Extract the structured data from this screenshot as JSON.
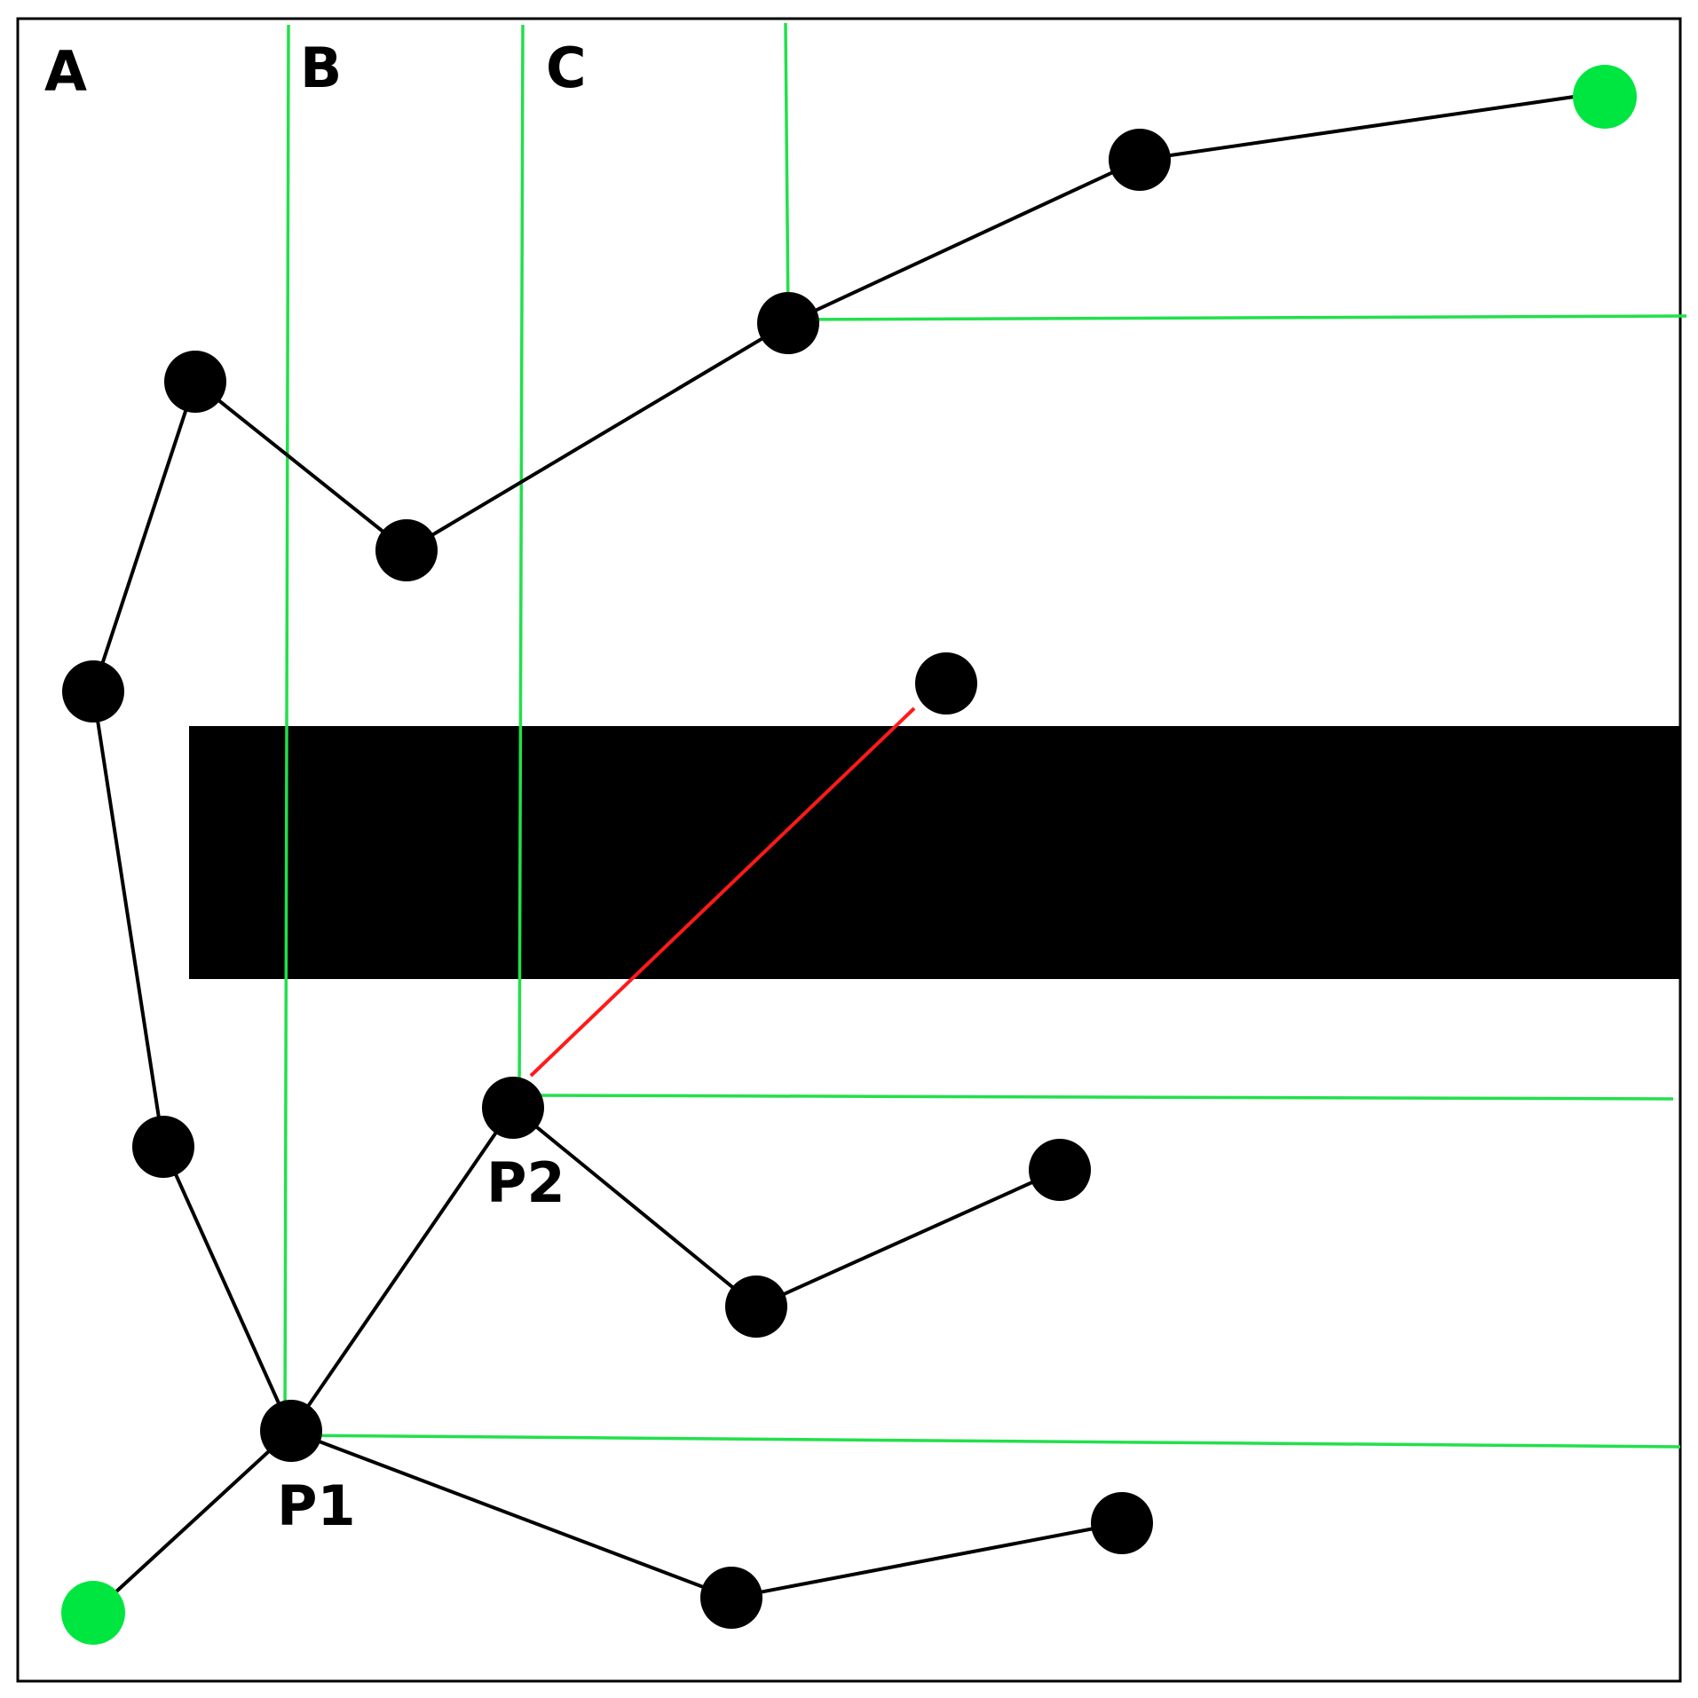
{
  "labels": {
    "region_a": "A",
    "region_b": "B",
    "region_c": "C",
    "point_p1": "P1",
    "point_p2": "P2"
  },
  "colors": {
    "frame": "#000000",
    "node": "#000000",
    "endpoint": "#00e640",
    "boundary_line": "#22e04a",
    "edge": "#000000",
    "blocked_edge": "#ff1a1a",
    "obstacle": "#000000"
  }
}
